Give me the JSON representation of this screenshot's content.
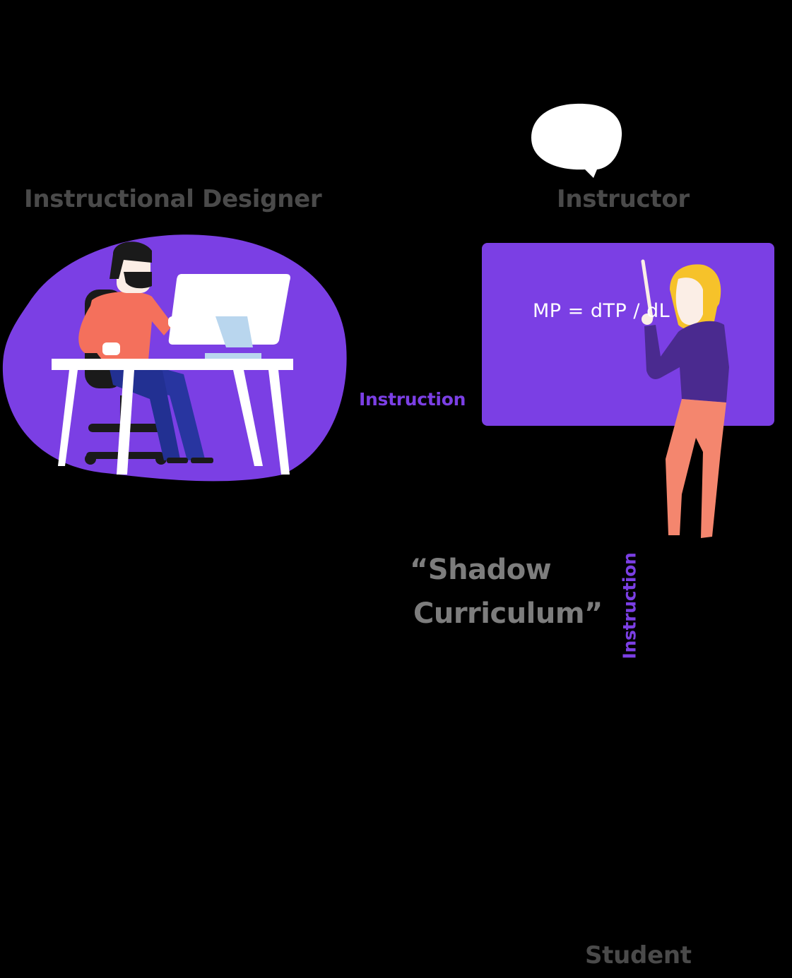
{
  "labels": {
    "designer": "Instructional Designer",
    "instructor": "Instructor",
    "student": "Student"
  },
  "arrows": {
    "designer_to_instructor": "Instruction",
    "instructor_to_student": "Instruction"
  },
  "shadow_curriculum": {
    "line1": "“Shadow",
    "line2": "Curriculum”"
  },
  "board": {
    "equation": "MP = dTP / dL"
  },
  "colors": {
    "background": "#000000",
    "purple": "#7b3fe4",
    "label_gray": "#4a4a4a",
    "shadow_gray": "#7d7d7d",
    "speech_bubble": "#ffffff"
  }
}
